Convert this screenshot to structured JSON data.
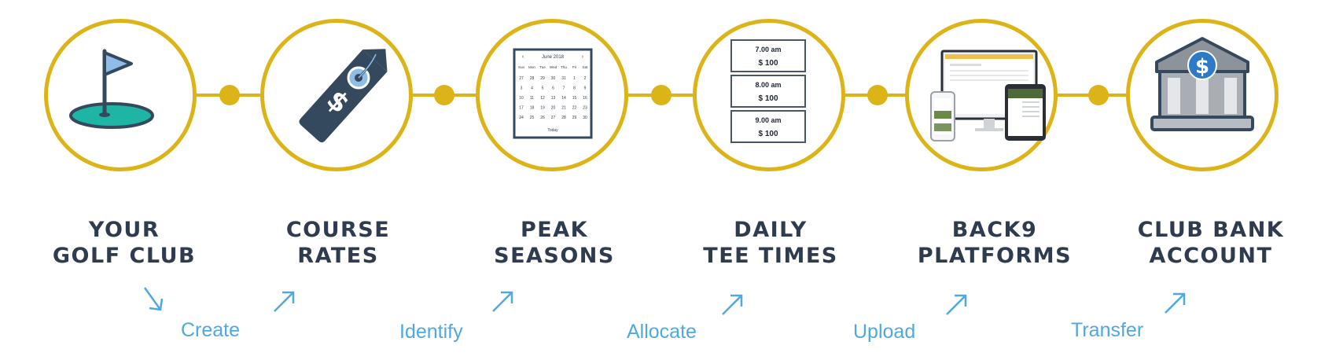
{
  "steps": [
    {
      "title_line1": "YOUR",
      "title_line2": "GOLF CLUB",
      "icon": "golf-flag-icon"
    },
    {
      "title_line1": "COURSE",
      "title_line2": "RATES",
      "icon": "price-tag-icon"
    },
    {
      "title_line1": "PEAK",
      "title_line2": "SEASONS",
      "icon": "calendar-icon"
    },
    {
      "title_line1": "DAILY",
      "title_line2": "TEE TIMES",
      "icon": "tee-time-list-icon"
    },
    {
      "title_line1": "BACK9",
      "title_line2": "PLATFORMS",
      "icon": "devices-icon"
    },
    {
      "title_line1": "CLUB BANK",
      "title_line2": "ACCOUNT",
      "icon": "bank-icon"
    }
  ],
  "actions": [
    "Create",
    "Identify",
    "Allocate",
    "Upload",
    "Transfer"
  ],
  "calendar": {
    "month": "June 2018",
    "weekdays": [
      "Sun",
      "Mon",
      "Tue",
      "Wed",
      "Thu",
      "Fri",
      "Sat"
    ],
    "weeks": [
      [
        "27",
        "28",
        "29",
        "30",
        "31",
        "1",
        "2"
      ],
      [
        "3",
        "4",
        "5",
        "6",
        "7",
        "8",
        "9"
      ],
      [
        "10",
        "11",
        "12",
        "13",
        "14",
        "15",
        "16"
      ],
      [
        "17",
        "18",
        "19",
        "20",
        "21",
        "22",
        "23"
      ],
      [
        "24",
        "25",
        "26",
        "27",
        "28",
        "29",
        "30"
      ]
    ],
    "today_label": "Today"
  },
  "tee_times": [
    {
      "time": "7.00 am",
      "price": "$ 100"
    },
    {
      "time": "8.00 am",
      "price": "$ 100"
    },
    {
      "time": "9.00 am",
      "price": "$ 100"
    }
  ],
  "colors": {
    "ring": "#dcb418",
    "title": "#2f3b4f",
    "action": "#4fa8e0",
    "icon_dark": "#34485e",
    "green": "#1fb5a4"
  }
}
